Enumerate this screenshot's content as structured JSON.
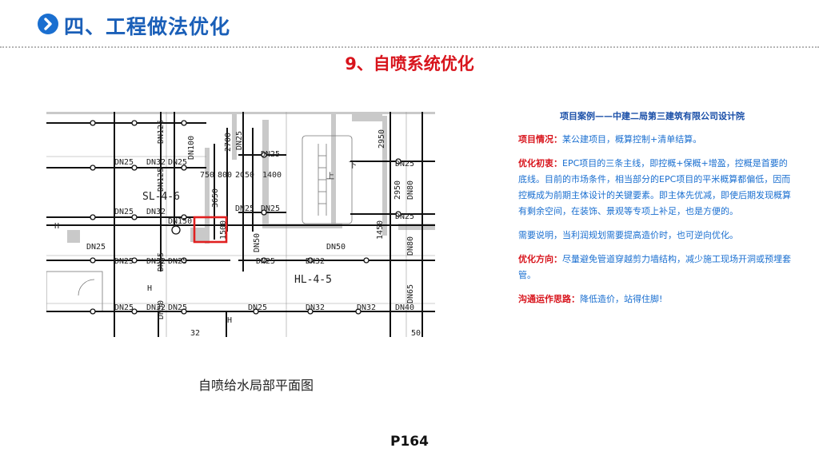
{
  "header": {
    "section_title": "四、工程做法优化",
    "icon": "chevron-right-circle-icon",
    "accent_color": "#1a6fd0"
  },
  "subtitle": "9、自喷系统优化",
  "subtitle_color": "#d8141c",
  "drawing": {
    "caption": "自喷给水局部平面图",
    "highlight_color": "#e02020",
    "labels": {
      "dn25": "DN25",
      "dn32": "DN32",
      "dn40": "DN40",
      "dn50": "DN50",
      "dn65": "DN65",
      "dn80": "DN80",
      "dn100": "DN100",
      "dn125": "DN125",
      "dn150": "DN150",
      "h": "H",
      "sl": "SL-4-6",
      "hl": "HL-4-5",
      "d2700": "2700",
      "d2950": "2950",
      "d1450": "1450",
      "d750": "750",
      "d800": "800",
      "d2c50": "2C50",
      "d1400": "1400",
      "d3650": "3650",
      "d1500": "1500",
      "d50": "50",
      "d32": "32",
      "down": "下",
      "up": "上"
    }
  },
  "panel": {
    "case_title": "项目案例——中建二局第三建筑有限公司设计院",
    "situation_label": "项目情况：",
    "situation_text": "某公建项目，概算控制+清单结算。",
    "intent_label": "优化初衷：",
    "intent_text": "EPC项目的三条主线，即控概+保概+增盈，控概是首要的底线。目前的市场条件，相当部分的EPC项目的平米概算都偏低，因而控概成为前期主体设计的关键要素。即主体先优减，即使后期发现概算有剩余空间，在装饰、景观等专项上补足，也是方便的。",
    "note_text": "需要说明，当利润规划需要提高造价时，也可逆向优化。",
    "direction_label": "优化方向：",
    "direction_text": "尽量避免管道穿越剪力墙结构，减少施工现场开洞或预埋套管。",
    "idea_label": "沟通运作思路：",
    "idea_text": "降低造价，站得住脚!"
  },
  "footer": {
    "page_number": "P164"
  }
}
